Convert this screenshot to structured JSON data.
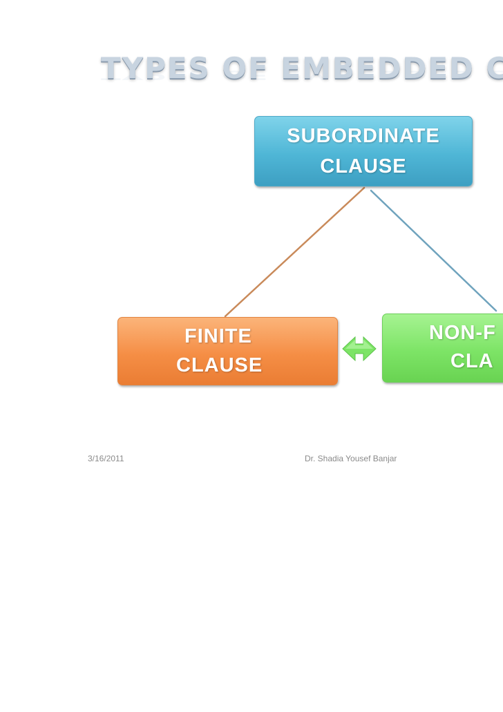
{
  "slide": {
    "title": "TYPES OF EMBEDDED C"
  },
  "diagram": {
    "top_node": {
      "line1": "SUBORDINATE",
      "line2": "CLAUSE",
      "color": "#4fb6d6"
    },
    "left_node": {
      "line1": "FINITE",
      "line2": "CLAUSE",
      "color": "#f58e45"
    },
    "right_node": {
      "line1": "NON-F",
      "line2": "CLA",
      "color": "#7de466"
    },
    "connector_colors": {
      "left": "#c98a5a",
      "right": "#6fa3bd",
      "double_arrow": "#7de466"
    }
  },
  "footer": {
    "date": "3/16/2011",
    "author": "Dr. Shadia Yousef Banjar"
  }
}
